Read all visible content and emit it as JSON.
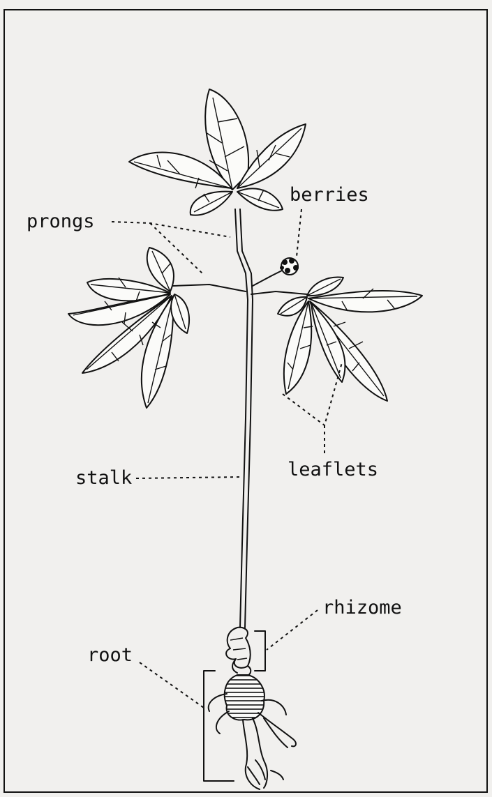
{
  "diagram": {
    "labels": {
      "berries": "berries",
      "prongs": "prongs",
      "leaflets": "leaflets",
      "stalk": "stalk",
      "rhizome": "rhizome",
      "root": "root"
    }
  }
}
